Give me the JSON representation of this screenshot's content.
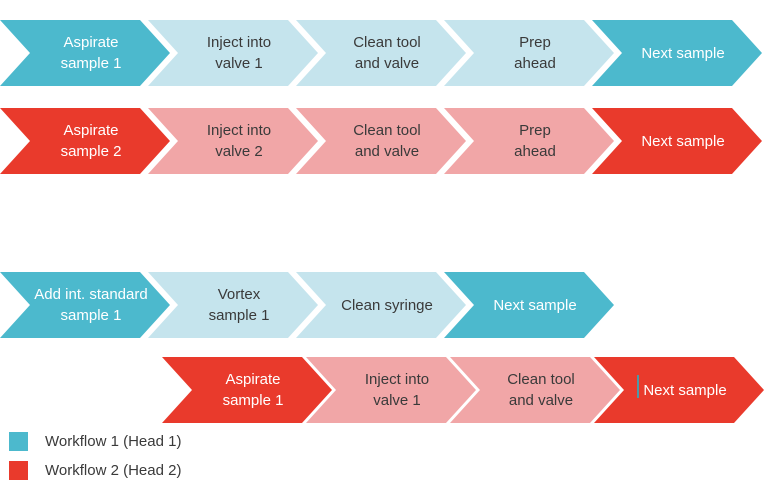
{
  "colors": {
    "workflow1_dark": "#4cb9cd",
    "workflow1_light": "#c5e4ed",
    "workflow2_dark": "#e93a2c",
    "workflow2_light": "#f1a6a7",
    "text_dark": "#3a3a3a",
    "text_light": "#ffffff"
  },
  "rows": [
    {
      "workflow": "Workflow 1 (Head 1)",
      "steps": [
        {
          "label": "Aspirate\nsample 1"
        },
        {
          "label": "Inject into\nvalve 1"
        },
        {
          "label": "Clean tool\nand valve"
        },
        {
          "label": "Prep\nahead"
        },
        {
          "label": "Next sample"
        }
      ]
    },
    {
      "workflow": "Workflow 2 (Head 2)",
      "steps": [
        {
          "label": "Aspirate\nsample 2"
        },
        {
          "label": "Inject into\nvalve 2"
        },
        {
          "label": "Clean tool\nand valve"
        },
        {
          "label": "Prep\nahead"
        },
        {
          "label": "Next sample"
        }
      ]
    },
    {
      "workflow": "Workflow 1 (Head 1)",
      "steps": [
        {
          "label": "Add int. standard\nsample 1"
        },
        {
          "label": "Vortex\nsample 1"
        },
        {
          "label": "Clean syringe"
        },
        {
          "label": "Next sample"
        }
      ]
    },
    {
      "workflow": "Workflow 2 (Head 2)",
      "steps": [
        {
          "label": "Aspirate\nsample 1"
        },
        {
          "label": "Inject into\nvalve 1"
        },
        {
          "label": "Clean tool\nand valve"
        },
        {
          "label": "Next sample"
        }
      ]
    }
  ],
  "legend": {
    "items": [
      {
        "label": "Workflow 1 (Head 1)",
        "color": "#4cb9cd"
      },
      {
        "label": "Workflow 2 (Head 2)",
        "color": "#e93a2c"
      }
    ]
  }
}
